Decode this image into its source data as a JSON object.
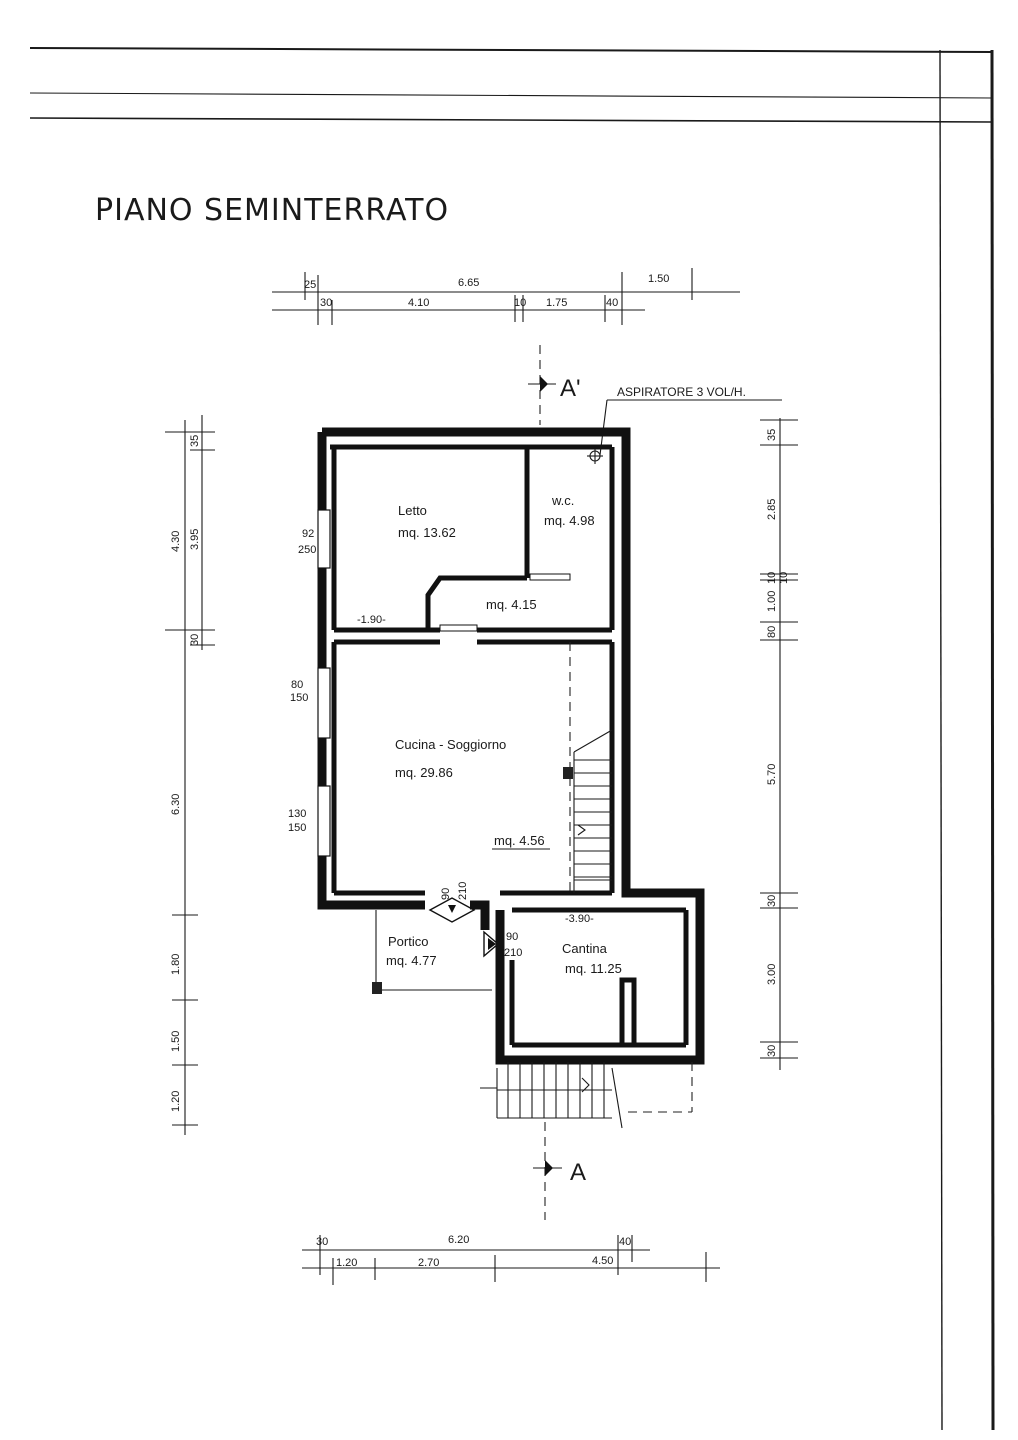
{
  "title": "PIANO    SEMINTERRATO",
  "rooms": {
    "letto": {
      "name": "Letto",
      "area": "mq. 13.62"
    },
    "wc": {
      "name": "w.c.",
      "area": "mq. 4.98"
    },
    "disimpegno": {
      "area": "mq. 4.15"
    },
    "cucina": {
      "name": "Cucina  -  Soggiorno",
      "area": "mq.  29.86"
    },
    "scala": {
      "area": "mq. 4.56"
    },
    "portico": {
      "name": "Portico",
      "area": "mq. 4.77"
    },
    "cantina": {
      "name": "Cantina",
      "area": "mq. 11.25"
    }
  },
  "section": {
    "top": "A'",
    "bottom": "A"
  },
  "aspiratore": "ASPIRATORE   3 VOL/H.",
  "top_dims": {
    "row1": [
      "25",
      "6.65",
      "1.50"
    ],
    "row2": [
      "30",
      "4.10",
      "10",
      "1.75",
      "40"
    ]
  },
  "bottom_dims": {
    "row1": [
      "30",
      "6.20",
      "40"
    ],
    "row2": [
      "1.20",
      "2.70",
      "4.50"
    ]
  },
  "left_dims": {
    "outer": [
      "4.30",
      "6.30",
      "1.80",
      "1.50",
      "1.20"
    ],
    "inner": [
      "35",
      "3.95",
      "30"
    ]
  },
  "right_dims": [
    "35",
    "2.85",
    "10",
    "1.00",
    "10",
    "80",
    "5.70",
    "30",
    "3.00",
    "30"
  ],
  "openings": {
    "w1": [
      "92",
      "250"
    ],
    "w2": [
      "80",
      "150"
    ],
    "w3": [
      "130",
      "150"
    ],
    "d1": [
      "90",
      "210"
    ],
    "d2": [
      "90",
      "210"
    ]
  },
  "wall_labels": {
    "w190": "-1.90-",
    "w390": "-3.90-"
  }
}
